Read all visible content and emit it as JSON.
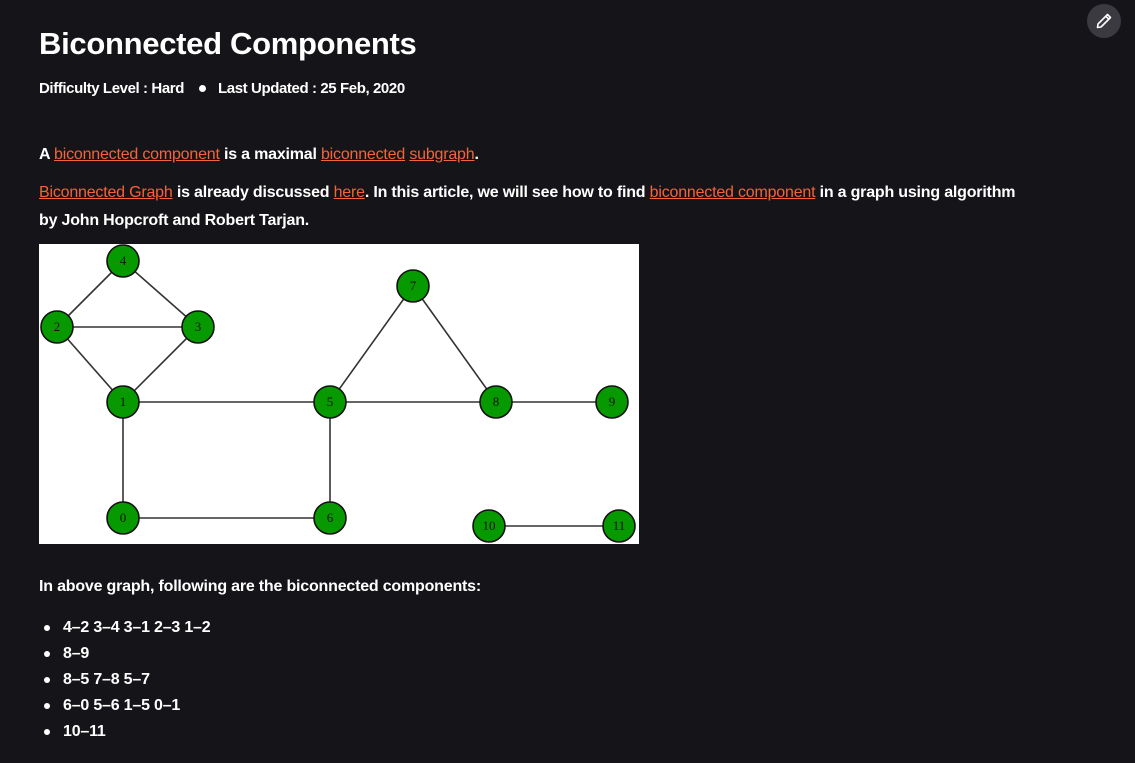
{
  "article": {
    "title": "Biconnected Components",
    "difficulty": "Difficulty Level : Hard",
    "last_updated": "Last Updated : 25 Feb, 2020"
  },
  "intro": {
    "t1": "A ",
    "link1": "biconnected component",
    "t2": " is a maximal ",
    "link2": "biconnected",
    "t3": " ",
    "link3": "subgraph",
    "t4": "."
  },
  "para2": {
    "link1": "Biconnected Graph",
    "t1": " is already discussed ",
    "link2": "here",
    "t2": ". In this article, we will see how to find ",
    "link3": "biconnected component",
    "t3": " in a graph using algorithm",
    "line2": "by John Hopcroft and Robert Tarjan."
  },
  "graph": {
    "node_color": "#079a00",
    "nodes": [
      "0",
      "1",
      "2",
      "3",
      "4",
      "5",
      "6",
      "7",
      "8",
      "9",
      "10",
      "11"
    ],
    "edges": [
      [
        "4",
        "2"
      ],
      [
        "3",
        "4"
      ],
      [
        "3",
        "1"
      ],
      [
        "2",
        "3"
      ],
      [
        "1",
        "2"
      ],
      [
        "8",
        "9"
      ],
      [
        "8",
        "5"
      ],
      [
        "7",
        "8"
      ],
      [
        "5",
        "7"
      ],
      [
        "6",
        "0"
      ],
      [
        "5",
        "6"
      ],
      [
        "1",
        "5"
      ],
      [
        "0",
        "1"
      ],
      [
        "10",
        "11"
      ]
    ]
  },
  "components": {
    "heading": "In above graph, following are the biconnected components:",
    "items": [
      "4–2 3–4 3–1 2–3 1–2",
      "8–9",
      "8–5 7–8 5–7",
      "6–0 5–6 1–5 0–1",
      "10–11"
    ]
  },
  "toolbar": {
    "edit_icon": "pencil-icon"
  }
}
